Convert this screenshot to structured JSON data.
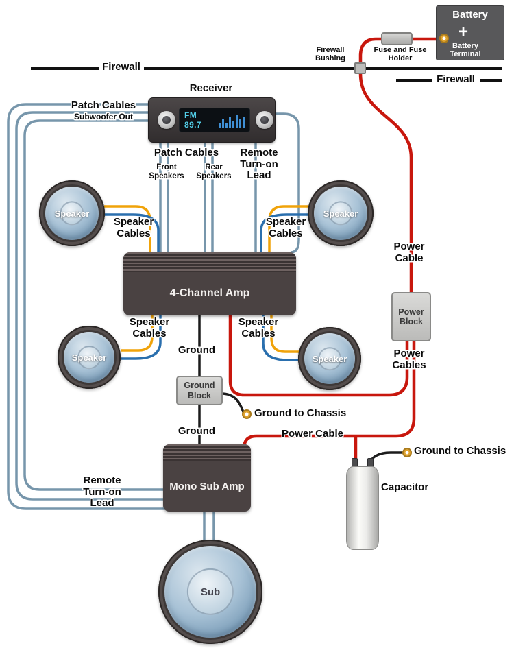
{
  "colors": {
    "wire_signal": "#7796ab",
    "wire_speaker_yellow": "#f0a30a",
    "wire_speaker_blue": "#2a6fae",
    "wire_power_red": "#c8170d",
    "wire_ground_black": "#1c1c1c",
    "terminal_gold": "#e0a32e",
    "display_cyan": "#53cfe9",
    "battery_gray": "#58585a"
  },
  "firewall": {
    "left_label": "Firewall",
    "right_label": "Firewall"
  },
  "battery": {
    "label": "Battery",
    "terminal_label": "Battery Terminal",
    "plus": "+"
  },
  "fuse": {
    "label": "Fuse and Fuse Holder"
  },
  "bushing": {
    "label": "Firewall Bushing"
  },
  "receiver": {
    "label": "Receiver",
    "display": "FM 89.7"
  },
  "patch_subwoofer": {
    "line1": "Patch Cables",
    "line2": "Subwoofer Out"
  },
  "patch_main": {
    "title": "Patch Cables",
    "front": "Front Speakers",
    "rear": "Rear Speakers"
  },
  "remote_lead": {
    "top": "Remote Turn-on Lead",
    "bottom": "Remote Turn-on Lead"
  },
  "speakers": {
    "front_left": "Speaker",
    "front_right": "Speaker",
    "rear_left": "Speaker",
    "rear_right": "Speaker",
    "cables_front_left": "Speaker Cables",
    "cables_front_right": "Speaker Cables",
    "cables_rear_left": "Speaker Cables",
    "cables_rear_right": "Speaker Cables"
  },
  "amp4": {
    "label": "4-Channel Amp"
  },
  "mono_amp": {
    "label": "Mono Sub Amp"
  },
  "sub": {
    "label": "Sub"
  },
  "power": {
    "cable_main": "Power Cable",
    "block": "Power Block",
    "cables": "Power Cables",
    "cable_sub": "Power Cable"
  },
  "ground": {
    "top": "Ground",
    "block": "Ground Block",
    "bottom": "Ground",
    "chassis_mid": "Ground to Chassis",
    "chassis_cap": "Ground to Chassis"
  },
  "capacitor": {
    "label": "Capacitor"
  }
}
